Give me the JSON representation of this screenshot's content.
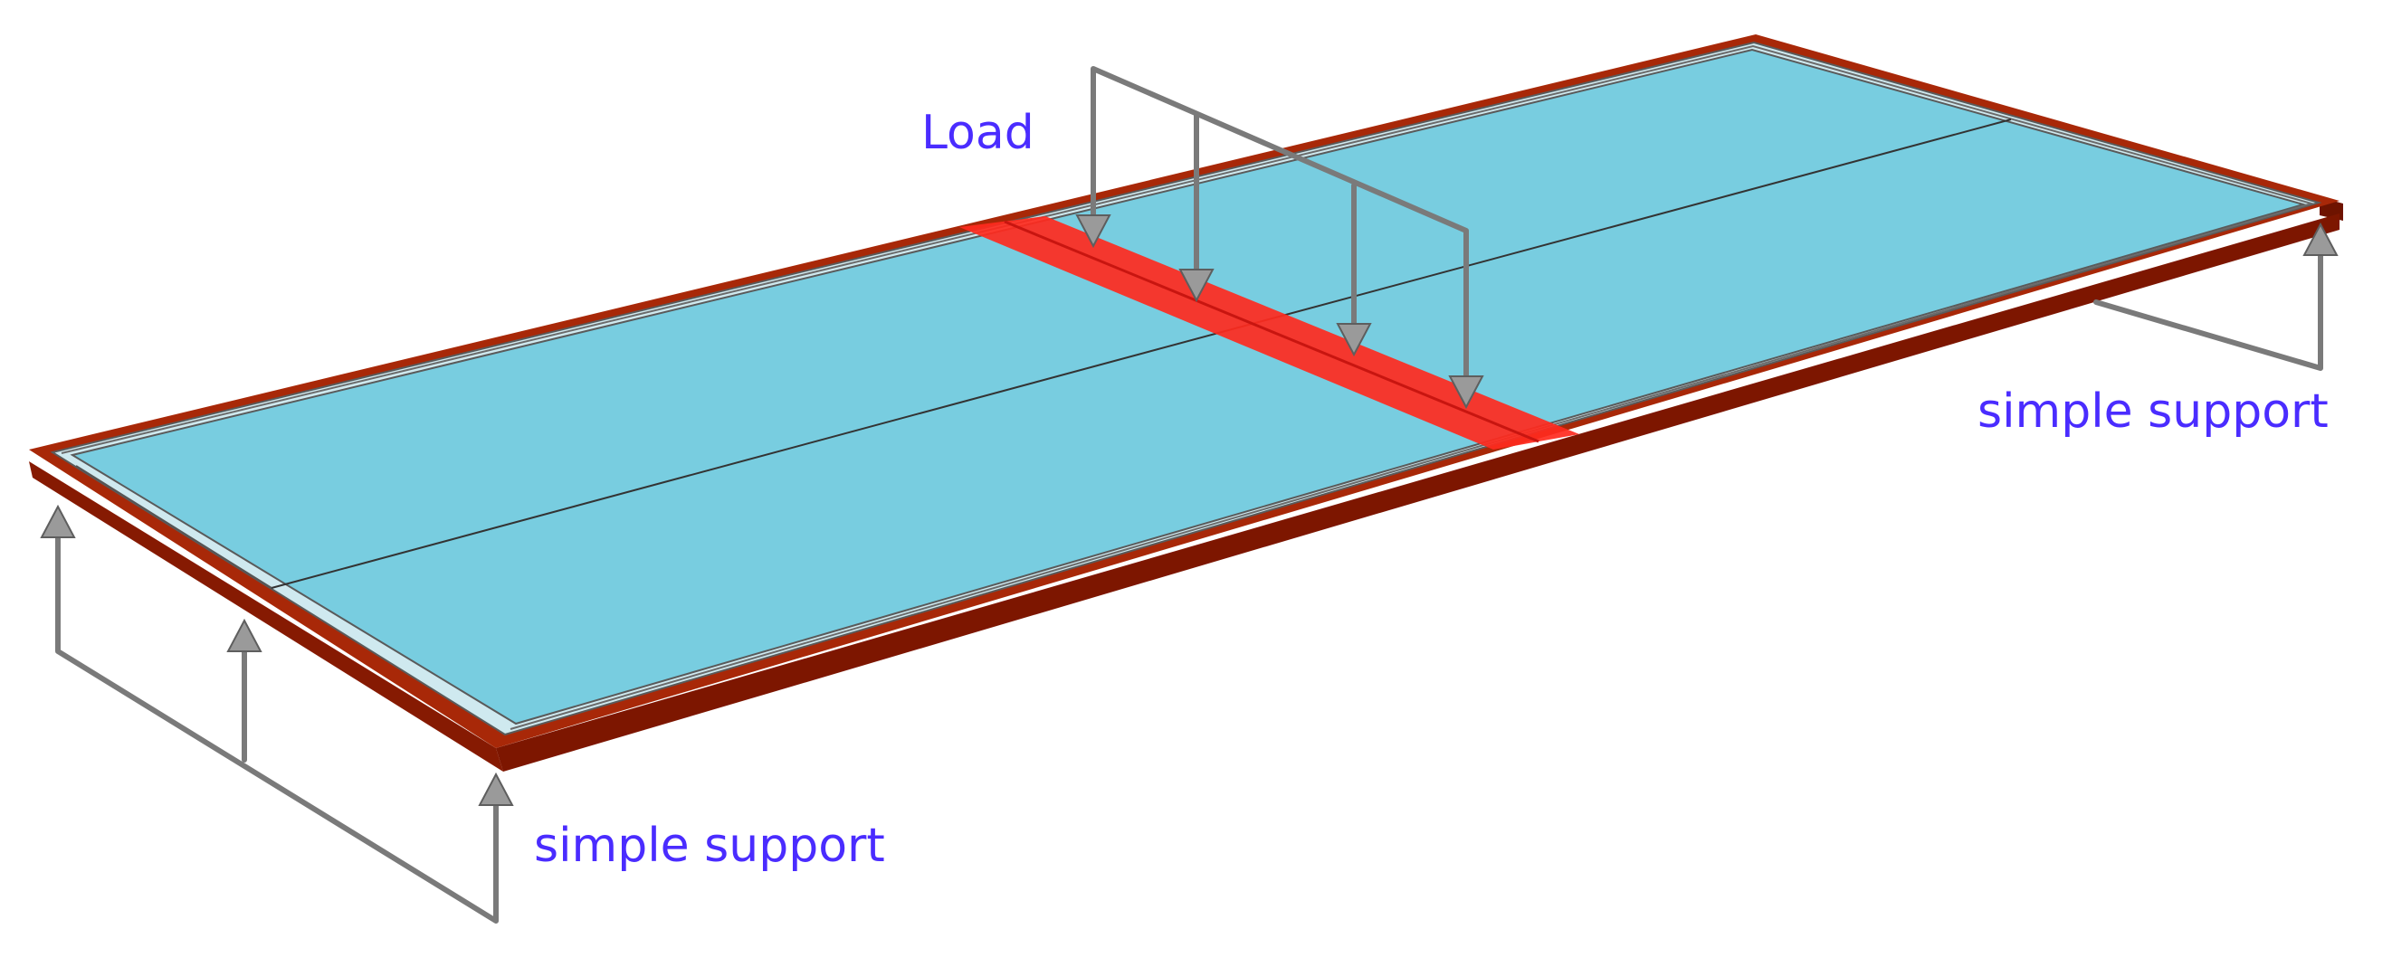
{
  "labels": {
    "load": "Load",
    "support_right": "simple support",
    "support_left": "simple support"
  },
  "colors": {
    "slab_top": "#78cde0",
    "frame_side": "#8a1800",
    "frame_top": "#b02a0a",
    "load_strip": "#ff2a1e",
    "label_text": "#4a2cff",
    "arrow_fill": "#9a9a9a"
  }
}
